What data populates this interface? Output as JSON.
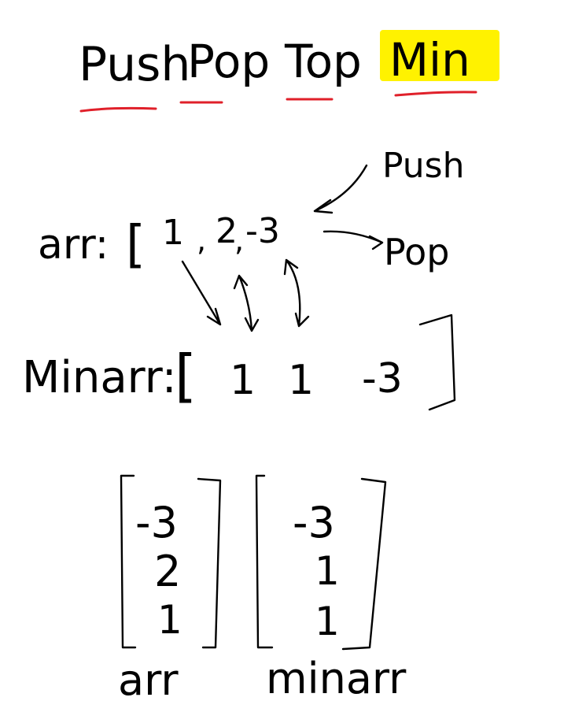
{
  "colors": {
    "ink": "#000000",
    "underline": "#e0202a",
    "highlight": "#fff200",
    "background": "#ffffff"
  },
  "title": {
    "words": [
      "Push",
      "Pop",
      "Top",
      "Min"
    ],
    "highlighted_word": "Min"
  },
  "ops": {
    "push_label": "Push",
    "pop_label": "Pop"
  },
  "arr_row": {
    "label": "arr:",
    "open_bracket": "[",
    "v1": "1",
    "sep1": ",",
    "v2": "2",
    "sep2": ",",
    "v3": "-3"
  },
  "minarr_row": {
    "label": "Minarr:",
    "open_bracket": "[",
    "v1": "1",
    "v2": "1",
    "v3": "-3",
    "close_bracket": "]"
  },
  "stacks": {
    "arr": {
      "values": [
        "-3",
        "2",
        "1"
      ],
      "label": "arr"
    },
    "minarr": {
      "values": [
        "-3",
        "1",
        "1"
      ],
      "label": "minarr"
    }
  }
}
